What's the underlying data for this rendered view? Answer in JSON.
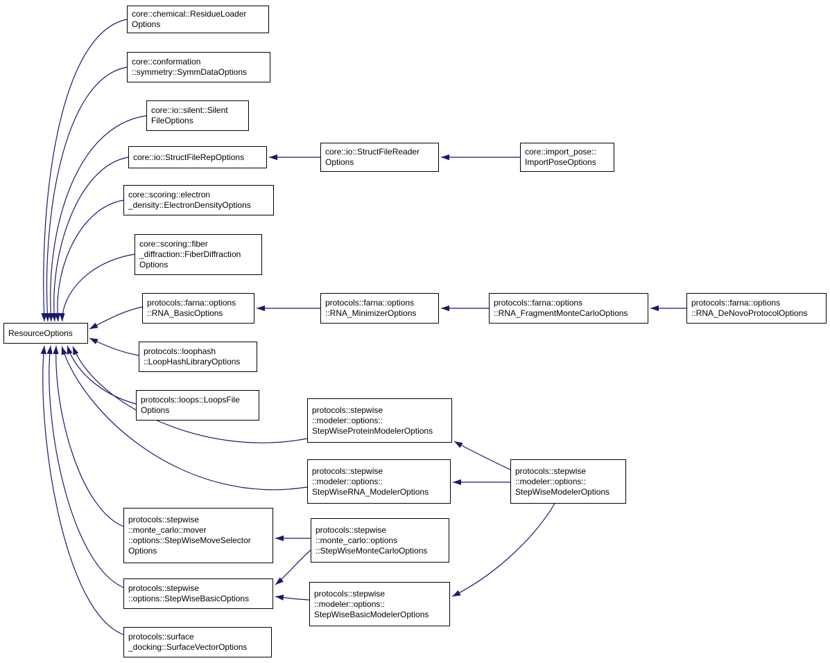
{
  "colors": {
    "edge": "#191970",
    "node_border": "#000000",
    "node_fill": "#ffffff",
    "text": "#000000",
    "background": "#ffffff"
  },
  "nodes": {
    "resource_options": {
      "lines": [
        "ResourceOptions"
      ]
    },
    "residue_loader": {
      "lines": [
        "core::chemical::ResidueLoader",
        "Options"
      ]
    },
    "symm_data": {
      "lines": [
        "core::conformation",
        "::symmetry::SymmDataOptions"
      ]
    },
    "silent_file": {
      "lines": [
        "core::io::silent::Silent",
        "FileOptions"
      ]
    },
    "struct_file_rep": {
      "lines": [
        "core::io::StructFileRepOptions"
      ]
    },
    "struct_file_reader": {
      "lines": [
        "core::io::StructFileReader",
        "Options"
      ]
    },
    "import_pose": {
      "lines": [
        "core::import_pose::",
        "ImportPoseOptions"
      ]
    },
    "electron_density": {
      "lines": [
        "core::scoring::electron",
        "_density::ElectronDensityOptions"
      ]
    },
    "fiber_diffraction": {
      "lines": [
        "core::scoring::fiber",
        "_diffraction::FiberDiffraction",
        "Options"
      ]
    },
    "rna_basic": {
      "lines": [
        "protocols::farna::options",
        "::RNA_BasicOptions"
      ]
    },
    "rna_minimizer": {
      "lines": [
        "protocols::farna::options",
        "::RNA_MinimizerOptions"
      ]
    },
    "rna_fragment_mc": {
      "lines": [
        "protocols::farna::options",
        "::RNA_FragmentMonteCarloOptions"
      ]
    },
    "rna_denovo": {
      "lines": [
        "protocols::farna::options",
        "::RNA_DeNovoProtocolOptions"
      ]
    },
    "loophash": {
      "lines": [
        "protocols::loophash",
        "::LoopHashLibraryOptions"
      ]
    },
    "loops_file": {
      "lines": [
        "protocols::loops::LoopsFile",
        "Options"
      ]
    },
    "sw_protein_modeler": {
      "lines": [
        "protocols::stepwise",
        "::modeler::options::",
        "StepWiseProteinModelerOptions"
      ]
    },
    "sw_rna_modeler": {
      "lines": [
        "protocols::stepwise",
        "::modeler::options::",
        "StepWiseRNA_ModelerOptions"
      ]
    },
    "sw_modeler": {
      "lines": [
        "protocols::stepwise",
        "::modeler::options::",
        "StepWiseModelerOptions"
      ]
    },
    "sw_move_selector": {
      "lines": [
        "protocols::stepwise",
        "::monte_carlo::mover",
        "::options::StepWiseMoveSelector",
        "Options"
      ]
    },
    "sw_monte_carlo": {
      "lines": [
        "protocols::stepwise",
        "::monte_carlo::options",
        "::StepWiseMonteCarloOptions"
      ]
    },
    "sw_basic": {
      "lines": [
        "protocols::stepwise",
        "::options::StepWiseBasicOptions"
      ]
    },
    "sw_basic_modeler": {
      "lines": [
        "protocols::stepwise",
        "::modeler::options::",
        "StepWiseBasicModelerOptions"
      ]
    },
    "surface_vector": {
      "lines": [
        "protocols::surface",
        "_docking::SurfaceVectorOptions"
      ]
    }
  },
  "edges": [
    {
      "from": "residue_loader",
      "to": "resource_options"
    },
    {
      "from": "symm_data",
      "to": "resource_options"
    },
    {
      "from": "silent_file",
      "to": "resource_options"
    },
    {
      "from": "struct_file_rep",
      "to": "resource_options"
    },
    {
      "from": "electron_density",
      "to": "resource_options"
    },
    {
      "from": "fiber_diffraction",
      "to": "resource_options"
    },
    {
      "from": "rna_basic",
      "to": "resource_options"
    },
    {
      "from": "loophash",
      "to": "resource_options"
    },
    {
      "from": "loops_file",
      "to": "resource_options"
    },
    {
      "from": "sw_protein_modeler",
      "to": "resource_options"
    },
    {
      "from": "sw_rna_modeler",
      "to": "resource_options"
    },
    {
      "from": "sw_move_selector",
      "to": "resource_options"
    },
    {
      "from": "sw_basic",
      "to": "resource_options"
    },
    {
      "from": "surface_vector",
      "to": "resource_options"
    },
    {
      "from": "struct_file_reader",
      "to": "struct_file_rep"
    },
    {
      "from": "import_pose",
      "to": "struct_file_reader"
    },
    {
      "from": "rna_minimizer",
      "to": "rna_basic"
    },
    {
      "from": "rna_fragment_mc",
      "to": "rna_minimizer"
    },
    {
      "from": "rna_denovo",
      "to": "rna_fragment_mc"
    },
    {
      "from": "sw_modeler",
      "to": "sw_protein_modeler"
    },
    {
      "from": "sw_modeler",
      "to": "sw_rna_modeler"
    },
    {
      "from": "sw_modeler",
      "to": "sw_basic_modeler"
    },
    {
      "from": "sw_monte_carlo",
      "to": "sw_move_selector"
    },
    {
      "from": "sw_monte_carlo",
      "to": "sw_basic"
    },
    {
      "from": "sw_basic_modeler",
      "to": "sw_basic"
    }
  ]
}
